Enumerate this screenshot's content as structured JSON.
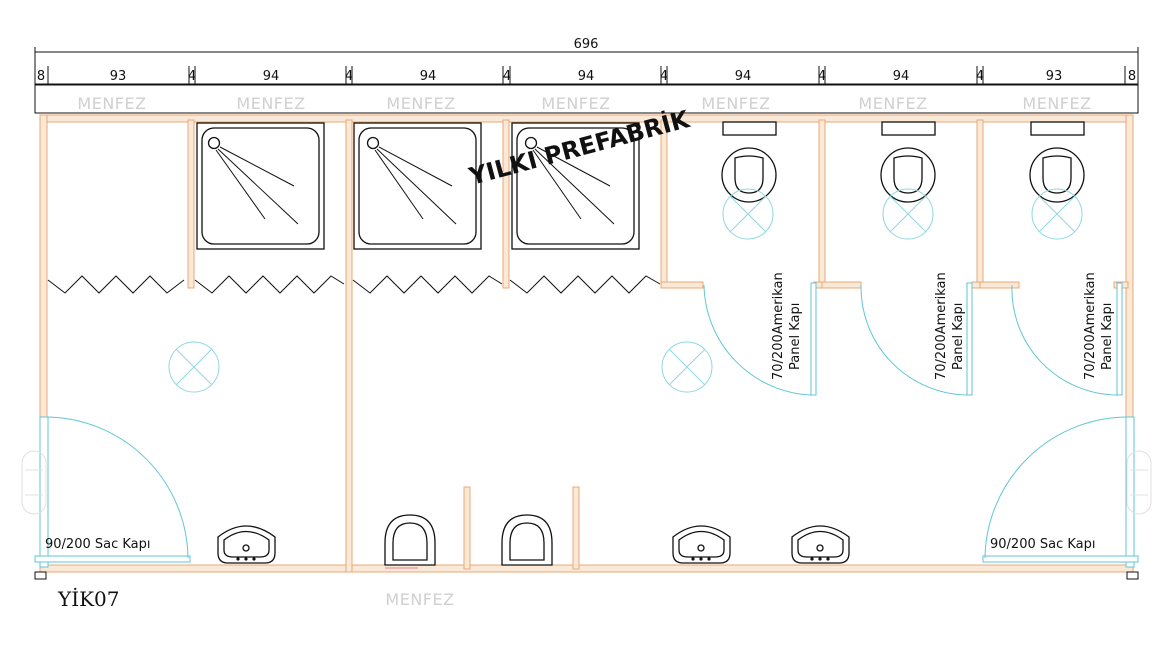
{
  "drawing": {
    "total_width": "696",
    "segments": [
      "8",
      "93",
      "4",
      "94",
      "4",
      "94",
      "4",
      "94",
      "4",
      "94",
      "4",
      "94",
      "4",
      "93",
      "8"
    ],
    "vent_label": "MENFEZ",
    "brand": "YILKI PREFABRİK",
    "model_code": "YİK07",
    "steel_door_label": "90/200 Sac Kapı",
    "panel_door_label_line1": "70/200Amerikan",
    "panel_door_label_line2": "Panel Kapı"
  },
  "colors": {
    "wall_fill": "#fbe9d7",
    "wall_stroke": "#e9a874",
    "door": "#5fc6d6",
    "floor_drain": "#8fd7e3",
    "vent_text": "#d0d0d0"
  },
  "fixtures": {
    "shower_trays": 3,
    "toilets": 3,
    "urinals": 2,
    "sinks": 3,
    "floor_drains": 5
  }
}
